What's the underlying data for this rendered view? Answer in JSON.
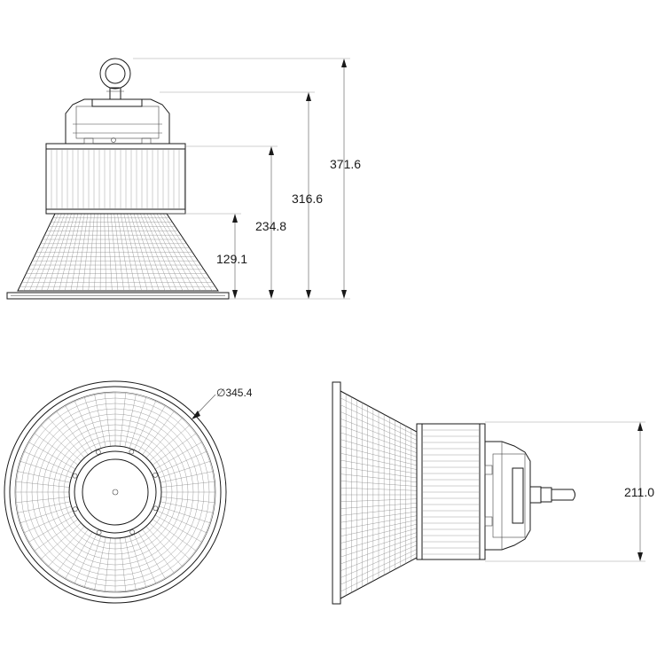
{
  "dimensions": {
    "height_total": "371.6",
    "height_housing_top": "316.6",
    "height_heatsink_top": "234.8",
    "height_reflector": "129.1",
    "diameter": "∅345.4",
    "side_depth": "211.0"
  },
  "colors": {
    "line": "#1a1a1a",
    "background": "#ffffff"
  }
}
